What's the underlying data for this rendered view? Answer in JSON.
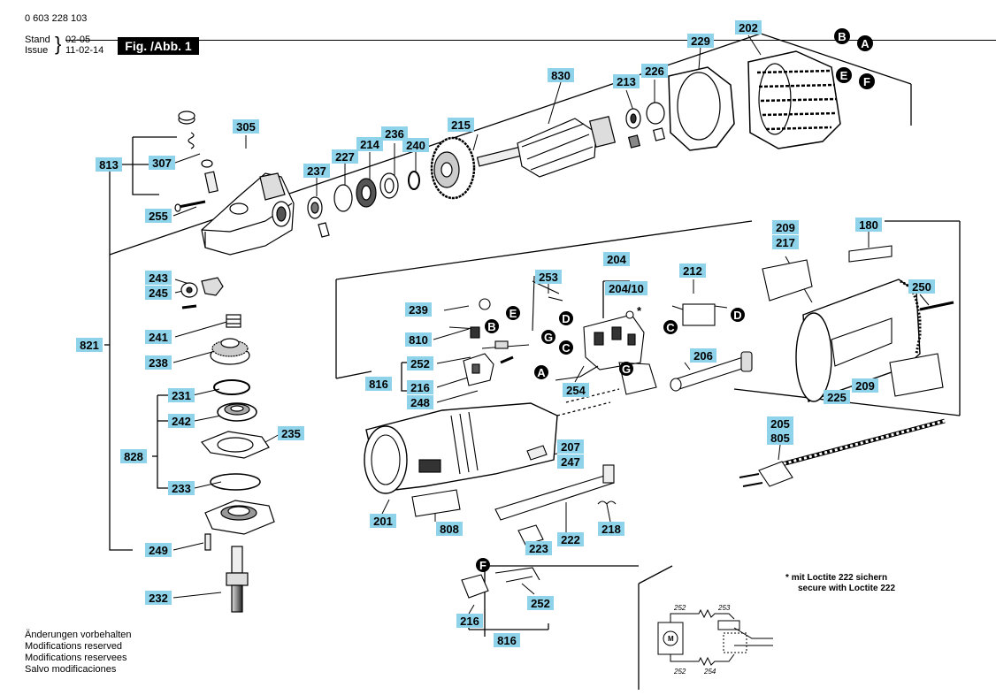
{
  "header": {
    "doc_number": "0 603 228 103",
    "stand_label": "Stand",
    "issue_label": "Issue",
    "stand_old": "02-05",
    "issue_date": "11-02-14",
    "figure_title": "Fig. /Abb. 1"
  },
  "notes": {
    "line1": "Änderungen vorbehalten",
    "line2": "Modifications reserved",
    "line3": "Modifications reservees",
    "line4": "Salvo modificaciones"
  },
  "loctite": {
    "star": "*",
    "line1": "mit Loctite 222 sichern",
    "line2": "secure with Loctite 222",
    "marker": "*"
  },
  "labels": {
    "l813": "813",
    "l821": "821",
    "l828": "828",
    "l305": "305",
    "l307": "307",
    "l255": "255",
    "l243": "243",
    "l245": "245",
    "l241": "241",
    "l238": "238",
    "l231": "231",
    "l242": "242",
    "l235": "235",
    "l233": "233",
    "l249": "249",
    "l232": "232",
    "l237": "237",
    "l227": "227",
    "l214": "214",
    "l236": "236",
    "l240": "240",
    "l215": "215",
    "l830": "830",
    "l213": "213",
    "l226": "226",
    "l229": "229",
    "l202": "202",
    "l253": "253",
    "l204": "204",
    "l20410": "204/10",
    "l212": "212",
    "l209a": "209",
    "l217": "217",
    "l180": "180",
    "l250": "250",
    "l239": "239",
    "l810": "810",
    "l252a": "252",
    "l816a": "816",
    "l216a": "216",
    "l248": "248",
    "l254": "254",
    "l206": "206",
    "l225": "225",
    "l209b": "209",
    "l205": "205",
    "l805": "805",
    "l207": "207",
    "l247": "247",
    "l201": "201",
    "l808": "808",
    "l223": "223",
    "l222": "222",
    "l218": "218",
    "l216b": "216",
    "l252b": "252",
    "l816b": "816"
  },
  "connectors": {
    "A": "A",
    "B": "B",
    "C": "C",
    "D": "D",
    "E": "E",
    "F": "F",
    "G": "G"
  },
  "schematic": {
    "t252a": "252",
    "t253": "253",
    "t252b": "252",
    "t254": "254",
    "motor": "M"
  },
  "colors": {
    "label_bg": "#8fd3ea",
    "ink": "#000000"
  }
}
